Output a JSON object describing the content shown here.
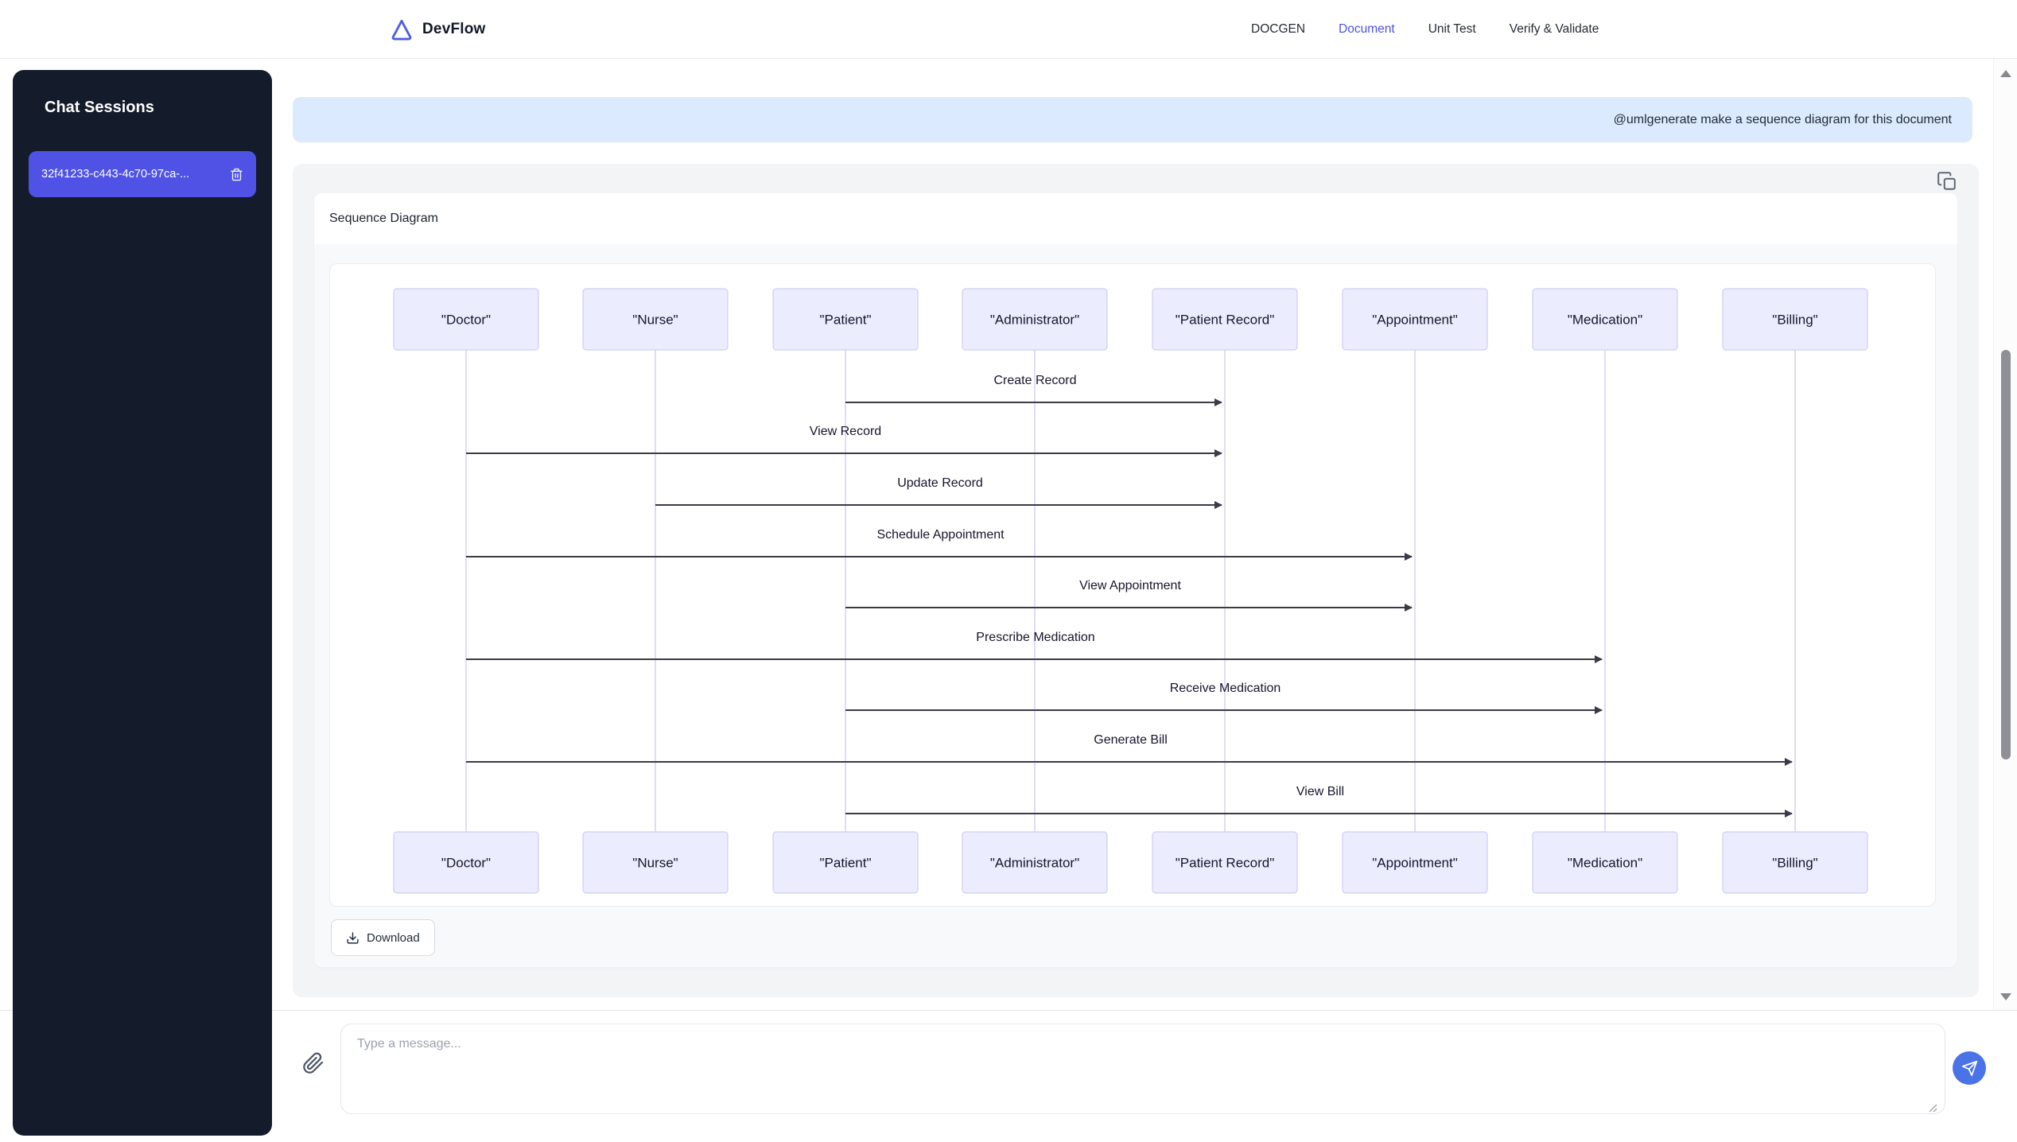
{
  "header": {
    "brand": "DevFlow",
    "nav": [
      {
        "label": "DOCGEN",
        "active": false
      },
      {
        "label": "Document",
        "active": true
      },
      {
        "label": "Unit Test",
        "active": false
      },
      {
        "label": "Verify & Validate",
        "active": false
      }
    ]
  },
  "sidebar": {
    "title": "Chat Sessions",
    "sessions": [
      {
        "label": "32f41233-c443-4c70-97ca-..."
      }
    ]
  },
  "chat": {
    "user_message": "@umlgenerate make a sequence diagram for this document",
    "assistant_card": {
      "title": "Sequence Diagram",
      "download_label": "Download"
    },
    "composer": {
      "placeholder": "Type a message..."
    }
  },
  "diagram": {
    "type": "sequence",
    "actors": [
      {
        "name": "Doctor",
        "display": "\"Doctor\""
      },
      {
        "name": "Nurse",
        "display": "\"Nurse\""
      },
      {
        "name": "Patient",
        "display": "\"Patient\""
      },
      {
        "name": "Administrator",
        "display": "\"Administrator\""
      },
      {
        "name": "Patient Record",
        "display": "\"Patient Record\""
      },
      {
        "name": "Appointment",
        "display": "\"Appointment\""
      },
      {
        "name": "Medication",
        "display": "\"Medication\""
      },
      {
        "name": "Billing",
        "display": "\"Billing\""
      }
    ],
    "messages": [
      {
        "from": "Patient",
        "to": "Patient Record",
        "label": "Create Record"
      },
      {
        "from": "Doctor",
        "to": "Patient Record",
        "label": "View Record"
      },
      {
        "from": "Nurse",
        "to": "Patient Record",
        "label": "Update Record"
      },
      {
        "from": "Doctor",
        "to": "Appointment",
        "label": "Schedule Appointment"
      },
      {
        "from": "Patient",
        "to": "Appointment",
        "label": "View Appointment"
      },
      {
        "from": "Doctor",
        "to": "Medication",
        "label": "Prescribe Medication"
      },
      {
        "from": "Patient",
        "to": "Medication",
        "label": "Receive Medication"
      },
      {
        "from": "Doctor",
        "to": "Billing",
        "label": "Generate Bill"
      },
      {
        "from": "Patient",
        "to": "Billing",
        "label": "View Bill"
      }
    ]
  },
  "colors": {
    "accent": "#4f52e4",
    "nav_active": "#4a54e1",
    "user_bubble": "#dbeafe",
    "assistant_bg": "#f3f4f6",
    "sidebar_bg": "#141b2a",
    "actor_fill": "#ececff",
    "actor_border": "#c9c5f2",
    "lifeline": "#d6d2ef",
    "arrow": "#3a3a48",
    "diagram_text": "#15152d",
    "send_button": "#4b73e8"
  }
}
